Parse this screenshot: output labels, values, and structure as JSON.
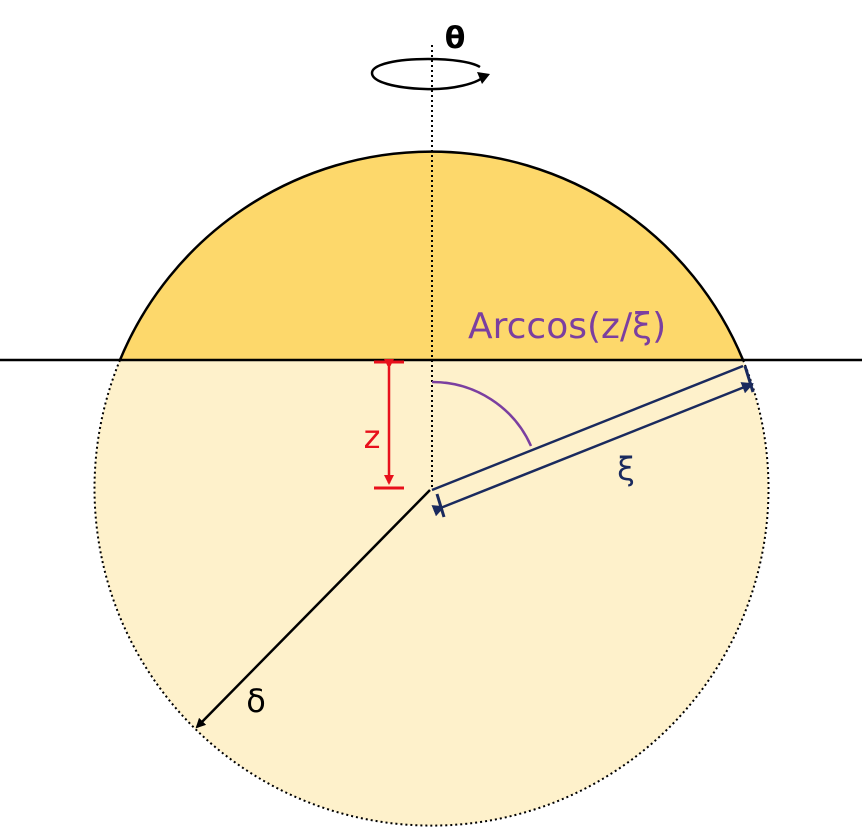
{
  "labels": {
    "rotation": "θ",
    "angle": "Arccos(z/ξ)",
    "depth": "z",
    "radius_xi": "ξ",
    "radius_delta": "δ"
  },
  "colors": {
    "cap_fill": "#fdd86b",
    "sphere_fill": "#fef1cb",
    "outline": "#000000",
    "depth_marker": "#e8101b",
    "angle_arc": "#7b3fa0",
    "xi_lines": "#1a2a5e",
    "delta_line": "#000000"
  }
}
